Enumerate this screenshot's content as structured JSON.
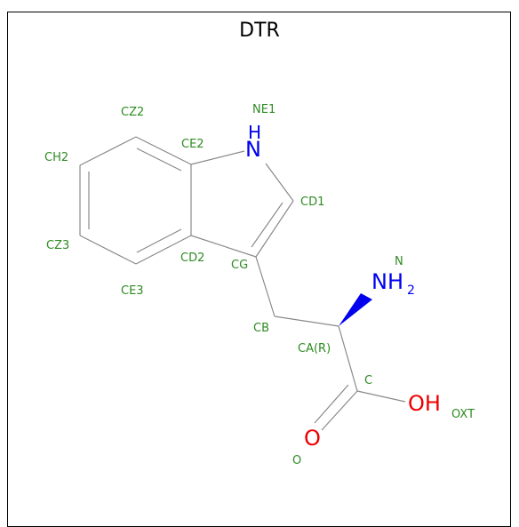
{
  "title": "DTR",
  "colors": {
    "bond": "#8a8a8a",
    "label": "#2e8b22",
    "nitrogen": "#0000ee",
    "oxygen": "#ee0000",
    "wedge": "#0000ee"
  },
  "atom_labels": {
    "ne1": "NE1",
    "cz2": "CZ2",
    "ce2": "CE2",
    "ch2": "CH2",
    "cd1": "CD1",
    "cz3": "CZ3",
    "cd2": "CD2",
    "cg": "CG",
    "ce3": "CE3",
    "n": "N",
    "cb": "CB",
    "ca": "CA(R)",
    "c": "C",
    "o": "O",
    "oxt": "OXT"
  },
  "elements": {
    "n_indole": "N",
    "h_indole": "H",
    "nh2_n": "NH",
    "nh2_sub": "2",
    "o_carbonyl": "O",
    "oh": "OH"
  }
}
